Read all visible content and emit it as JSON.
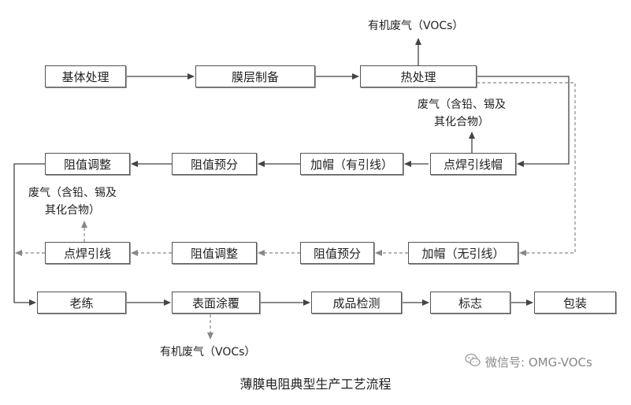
{
  "nodes": {
    "substrate": "基体处理",
    "film_prep": "膜层制备",
    "heat_treat": "热处理",
    "weld_cap": "点焊引线帽",
    "cap_lead": "加帽（有引线）",
    "presort_1": "阻值预分",
    "adjust_1": "阻值调整",
    "cap_nolead": "加帽（无引线）",
    "presort_2": "阻值预分",
    "adjust_2": "阻值调整",
    "weld_lead": "点焊引线",
    "aging": "老练",
    "coating": "表面涂覆",
    "inspect": "成品检测",
    "marking": "标志",
    "packing": "包装"
  },
  "emissions": {
    "voc_heat": "有机废气（VOCs）",
    "lead_1_line1": "废气（含铅、锡及",
    "lead_1_line2": "其化合物）",
    "lead_2_line1": "废气（含铅、锡及",
    "lead_2_line2": "其化合物）",
    "voc_coating": "有机废气（VOCs）"
  },
  "caption": "薄膜电阻典型生产工艺流程",
  "watermark": {
    "icon": "wechat-icon",
    "text": "微信号: OMG-VOCs"
  }
}
